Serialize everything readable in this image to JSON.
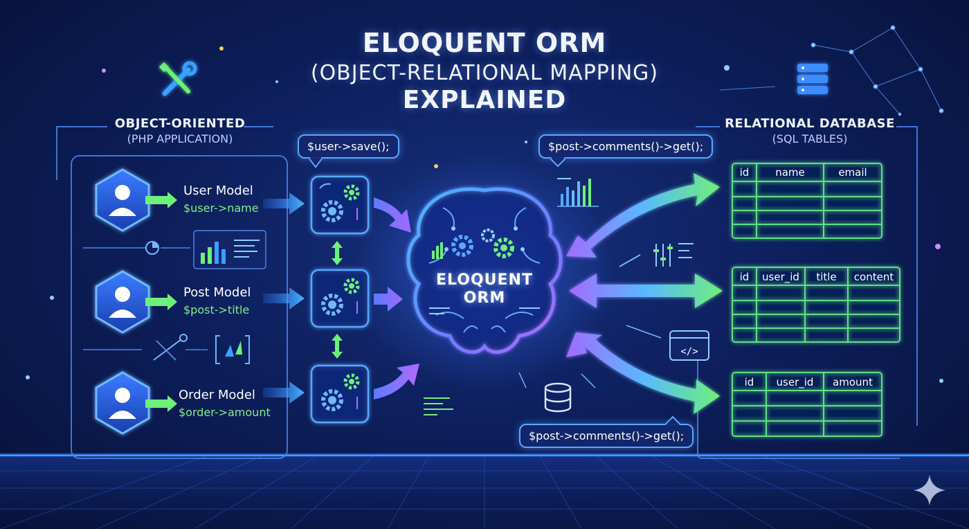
{
  "title": {
    "line1": "ELOQUENT ORM",
    "line2": "(OBJECT-RELATIONAL MAPPING)",
    "line3": "EXPLAINED"
  },
  "left_section": {
    "title": "OBJECT-ORIENTED",
    "subtitle": "(PHP APPLICATION)",
    "models": [
      {
        "name": "User Model",
        "code": "$user->name"
      },
      {
        "name": "Post Model",
        "code": "$post->title"
      },
      {
        "name": "Order Model",
        "code": "$order->amount"
      }
    ]
  },
  "right_section": {
    "title": "RELATIONAL DATABASE",
    "subtitle": "(SQL TABLES)",
    "tables": [
      {
        "columns": [
          "id",
          "name",
          "email"
        ]
      },
      {
        "columns": [
          "id",
          "user_id",
          "title",
          "content"
        ]
      },
      {
        "columns": [
          "id",
          "user_id",
          "amount"
        ]
      }
    ]
  },
  "code_bubbles": {
    "save": "$user->save();",
    "comments_top": "$post->comments()->get();",
    "comments_bottom": "$post->comments()->get();"
  },
  "core": {
    "line1": "ELOQUENT",
    "line2": "ORM"
  },
  "colors": {
    "background": "#0d1f5c",
    "accent_blue": "#3aa0ff",
    "accent_green": "#6ef07a",
    "accent_purple": "#a070ff",
    "table_border": "#5fe08a",
    "code_green": "#7df08a"
  },
  "icons": [
    "wrench-screwdriver-icon",
    "server-stack-icon",
    "user-avatar-icon",
    "gears-icon",
    "brain-icon",
    "database-icon",
    "code-window-icon",
    "bar-chart-icon",
    "sparkle-icon"
  ]
}
